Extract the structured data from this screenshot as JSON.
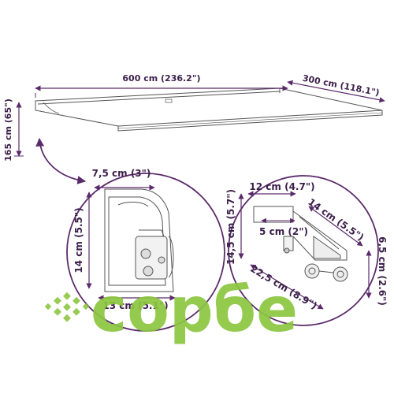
{
  "colors": {
    "dimension": "#5b2a6b",
    "text": "#3b1f4a",
    "line": "#555555",
    "watermark": "#8cc63f"
  },
  "dimensions": {
    "width": "600 cm (236.2\")",
    "depth": "300 cm (118.1\")",
    "height": "165 cm (65\")",
    "bracket_width": "7,5 cm (3\")",
    "bracket_height": "14 cm (5.5\")",
    "bracket_depth": "13 cm (5.1\")",
    "clamp_top": "12 cm (4.7\")",
    "clamp_side": "14,5 cm (5.7\")",
    "clamp_inner": "5 cm (2\")",
    "clamp_length": "14 cm (5.5\")",
    "clamp_right": "6,5 cm (2.6\")",
    "clamp_diagonal": "22,5 cm (8.9\")"
  },
  "watermark": {
    "text": "сорбе"
  }
}
